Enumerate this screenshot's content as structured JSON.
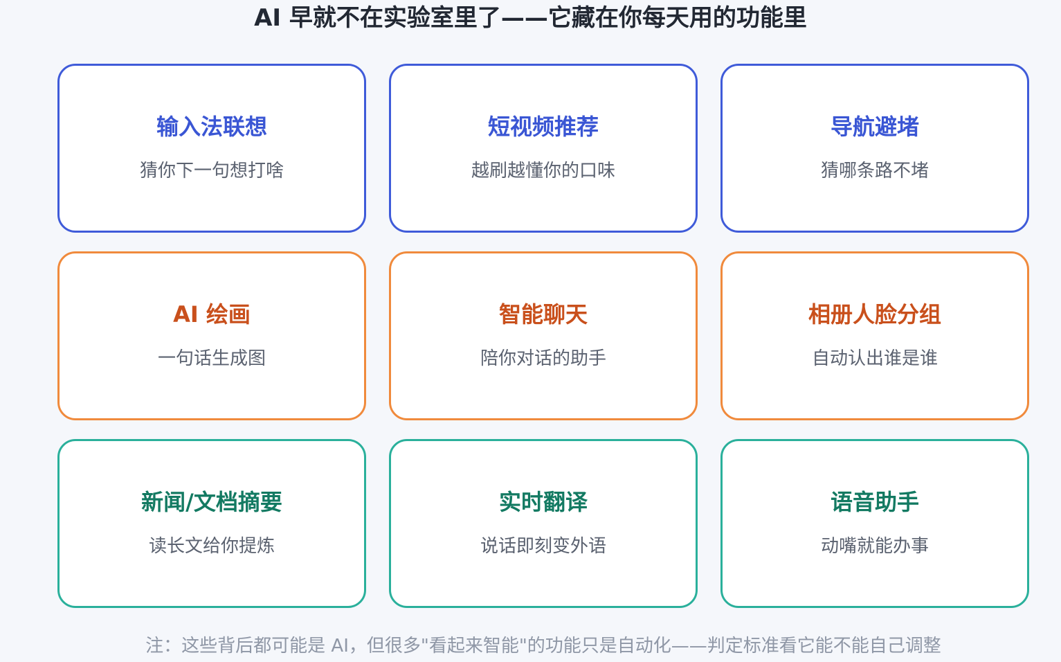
{
  "title": "AI 早就不在实验室里了——它藏在你每天用的功能里",
  "colors": {
    "blue": "#3a56d4",
    "orange": "#c9501c",
    "teal": "#137a62",
    "background": "#f5f7fb"
  },
  "cards": [
    {
      "title": "输入法联想",
      "subtitle": "猜你下一句想打啥",
      "color": "blue"
    },
    {
      "title": "短视频推荐",
      "subtitle": "越刷越懂你的口味",
      "color": "blue"
    },
    {
      "title": "导航避堵",
      "subtitle": "猜哪条路不堵",
      "color": "blue"
    },
    {
      "title": "AI 绘画",
      "subtitle": "一句话生成图",
      "color": "orange"
    },
    {
      "title": "智能聊天",
      "subtitle": "陪你对话的助手",
      "color": "orange"
    },
    {
      "title": "相册人脸分组",
      "subtitle": "自动认出谁是谁",
      "color": "orange"
    },
    {
      "title": "新闻/文档摘要",
      "subtitle": "读长文给你提炼",
      "color": "teal"
    },
    {
      "title": "实时翻译",
      "subtitle": "说话即刻变外语",
      "color": "teal"
    },
    {
      "title": "语音助手",
      "subtitle": "动嘴就能办事",
      "color": "teal"
    }
  ],
  "footnote": "注：这些背后都可能是 AI，但很多\"看起来智能\"的功能只是自动化——判定标准看它能不能自己调整"
}
